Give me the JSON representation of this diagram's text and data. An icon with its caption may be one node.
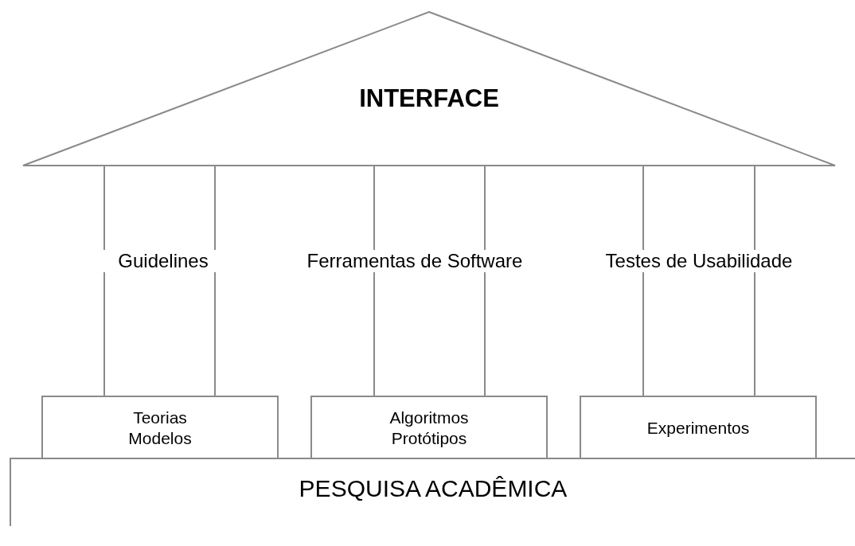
{
  "diagram": {
    "nodes": [
      {
        "text": [
          "INTERFACE"
        ]
      },
      {
        "text": [
          "Guidelines"
        ]
      },
      {
        "text": [
          "Ferramentas de Software"
        ]
      },
      {
        "text": [
          "Testes de Usabilidade"
        ]
      },
      {
        "text": [
          "Teorias Modelos"
        ]
      },
      {
        "text": [
          "Algoritmos Protótipos"
        ]
      },
      {
        "text": [
          "Experimentos"
        ]
      },
      {
        "text": [
          "PESQUISA ACADÊMICA"
        ]
      }
    ],
    "edges": [
      {
        "from": 0,
        "to": 1,
        "arrow": "none"
      },
      {
        "from": 0,
        "to": 1,
        "arrow": "none"
      },
      {
        "from": 0,
        "to": 2,
        "arrow": "none"
      },
      {
        "from": 0,
        "to": 2,
        "arrow": "none"
      },
      {
        "from": 0,
        "to": 3,
        "arrow": "none"
      },
      {
        "from": 0,
        "to": 3,
        "arrow": "none"
      },
      {
        "from": 1,
        "to": 4,
        "arrow": "none"
      },
      {
        "from": 1,
        "to": 4,
        "arrow": "none"
      },
      {
        "from": 2,
        "to": 5,
        "arrow": "none"
      },
      {
        "from": 2,
        "to": 5,
        "arrow": "none"
      },
      {
        "from": 3,
        "to": 6,
        "arrow": "none"
      },
      {
        "from": 3,
        "to": 6,
        "arrow": "none"
      }
    ]
  }
}
